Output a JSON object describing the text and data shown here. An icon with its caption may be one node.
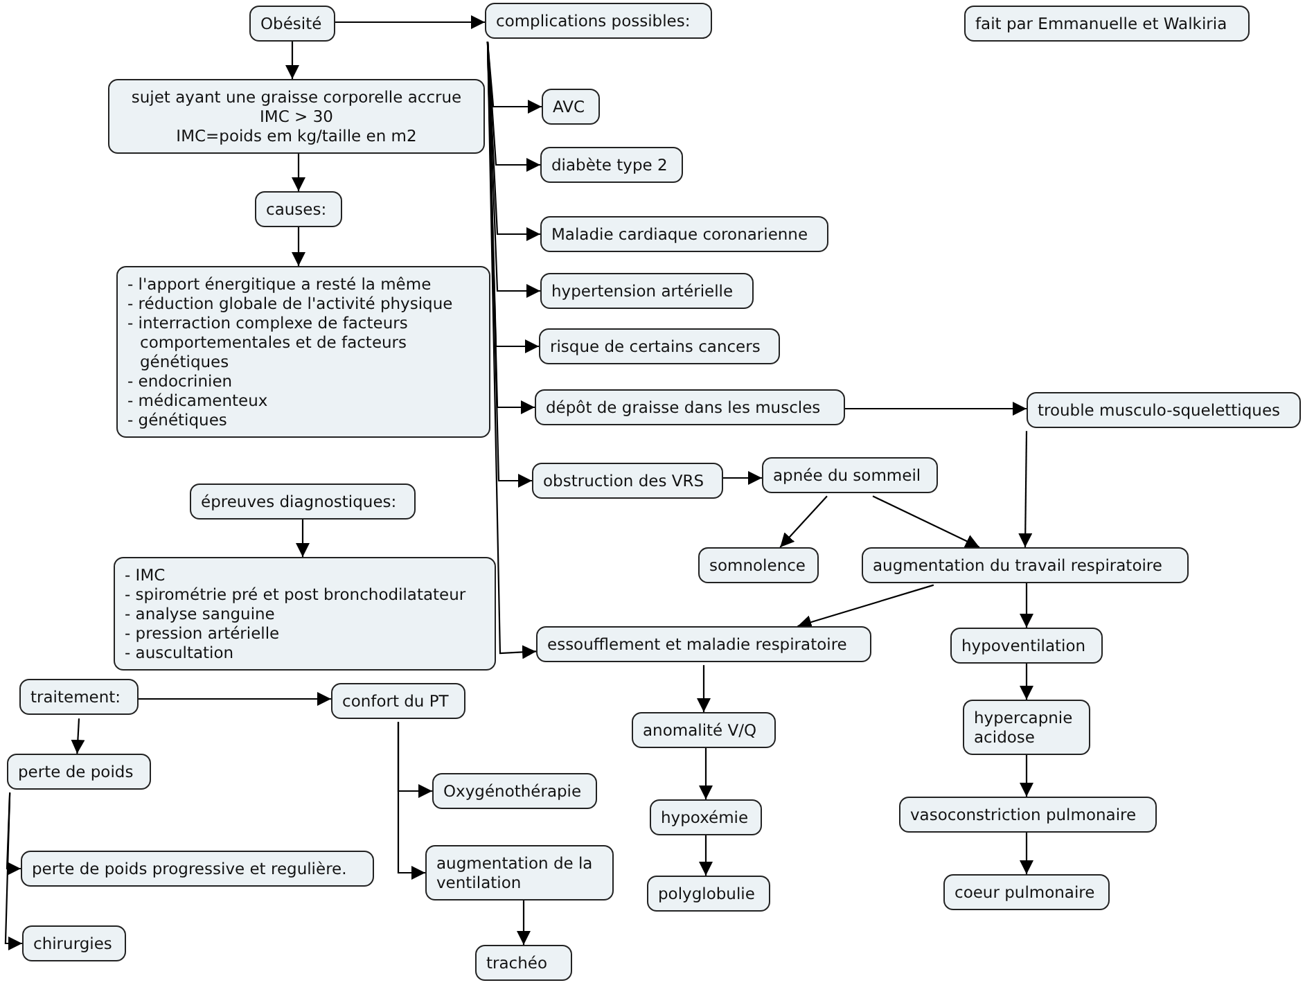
{
  "diagram": {
    "nodes": [
      {
        "text": [
          "Obésité"
        ]
      },
      {
        "text": [
          "complications possibles:"
        ]
      },
      {
        "text": [
          "fait par Emmanuelle et Walkiria"
        ]
      },
      {
        "text": [
          "sujet ayant une graisse corporelle accrue",
          "IMC > 30",
          "IMC=poids em kg/taille en m2"
        ]
      },
      {
        "text": [
          "causes:"
        ]
      },
      {
        "text": [
          "- l'apport énergitique a resté la même",
          "- réduction globale de l'activité physique",
          "- interraction complexe de facteurs comportementales et de facteurs génétiques",
          "- endocrinien",
          "- médicamenteux",
          "- génétiques"
        ]
      },
      {
        "text": [
          "épreuves diagnostiques:"
        ]
      },
      {
        "text": [
          "- IMC",
          "- spirométrie pré et post bronchodilatateur",
          "- analyse sanguine",
          "- pression artérielle",
          "- auscultation"
        ]
      },
      {
        "text": [
          "traitement:"
        ]
      },
      {
        "text": [
          "confort du PT"
        ]
      },
      {
        "text": [
          "perte de poids"
        ]
      },
      {
        "text": [
          "perte de poids progressive et regulière."
        ]
      },
      {
        "text": [
          "chirurgies"
        ]
      },
      {
        "text": [
          "AVC"
        ]
      },
      {
        "text": [
          "diabète type 2"
        ]
      },
      {
        "text": [
          "Maladie cardiaque coronarienne"
        ]
      },
      {
        "text": [
          "hypertension artérielle"
        ]
      },
      {
        "text": [
          "risque de certains cancers"
        ]
      },
      {
        "text": [
          "dépôt de graisse dans les muscles"
        ]
      },
      {
        "text": [
          "trouble musculo-squelettiques"
        ]
      },
      {
        "text": [
          "obstruction des VRS"
        ]
      },
      {
        "text": [
          "apnée du sommeil"
        ]
      },
      {
        "text": [
          "somnolence"
        ]
      },
      {
        "text": [
          "augmentation du travail respiratoire"
        ]
      },
      {
        "text": [
          "essoufflement et maladie respiratoire"
        ]
      },
      {
        "text": [
          "hypoventilation"
        ]
      },
      {
        "text": [
          "anomalité V/Q"
        ]
      },
      {
        "text": [
          "hypercapnie acidose"
        ]
      },
      {
        "text": [
          "hypoxémie"
        ]
      },
      {
        "text": [
          "vasoconstriction pulmonaire"
        ]
      },
      {
        "text": [
          "polyglobulie"
        ]
      },
      {
        "text": [
          "coeur pulmonaire"
        ]
      },
      {
        "text": [
          "Oxygénothérapie"
        ]
      },
      {
        "text": [
          "augmentation de la ventilation"
        ]
      },
      {
        "text": [
          "trachéo"
        ]
      }
    ],
    "edges": [
      {
        "from": 0,
        "to": 1,
        "arrow": "to"
      },
      {
        "from": 0,
        "to": 3,
        "arrow": "to"
      },
      {
        "from": 3,
        "to": 4,
        "arrow": "to"
      },
      {
        "from": 4,
        "to": 5,
        "arrow": "to"
      },
      {
        "from": 6,
        "to": 7,
        "arrow": "to"
      },
      {
        "from": 1,
        "to": 13,
        "arrow": "to"
      },
      {
        "from": 1,
        "to": 14,
        "arrow": "to"
      },
      {
        "from": 1,
        "to": 15,
        "arrow": "to"
      },
      {
        "from": 1,
        "to": 16,
        "arrow": "to"
      },
      {
        "from": 1,
        "to": 17,
        "arrow": "to"
      },
      {
        "from": 1,
        "to": 18,
        "arrow": "to"
      },
      {
        "from": 1,
        "to": 20,
        "arrow": "to"
      },
      {
        "from": 1,
        "to": 24,
        "arrow": "to"
      },
      {
        "from": 18,
        "to": 19,
        "arrow": "to"
      },
      {
        "from": 20,
        "to": 21,
        "arrow": "to"
      },
      {
        "from": 21,
        "to": 22,
        "arrow": "to"
      },
      {
        "from": 21,
        "to": 23,
        "arrow": "to"
      },
      {
        "from": 19,
        "to": 23,
        "arrow": "to"
      },
      {
        "from": 23,
        "to": 24,
        "arrow": "to"
      },
      {
        "from": 23,
        "to": 25,
        "arrow": "to"
      },
      {
        "from": 24,
        "to": 26,
        "arrow": "to"
      },
      {
        "from": 26,
        "to": 28,
        "arrow": "to"
      },
      {
        "from": 28,
        "to": 30,
        "arrow": "to"
      },
      {
        "from": 25,
        "to": 27,
        "arrow": "to"
      },
      {
        "from": 27,
        "to": 29,
        "arrow": "to"
      },
      {
        "from": 29,
        "to": 31,
        "arrow": "to"
      },
      {
        "from": 8,
        "to": 9,
        "arrow": "to"
      },
      {
        "from": 8,
        "to": 10,
        "arrow": "to"
      },
      {
        "from": 10,
        "to": 11,
        "arrow": "to"
      },
      {
        "from": 10,
        "to": 12,
        "arrow": "to"
      },
      {
        "from": 9,
        "to": 32,
        "arrow": "to"
      },
      {
        "from": 9,
        "to": 33,
        "arrow": "to"
      },
      {
        "from": 33,
        "to": 34,
        "arrow": "to"
      }
    ]
  }
}
